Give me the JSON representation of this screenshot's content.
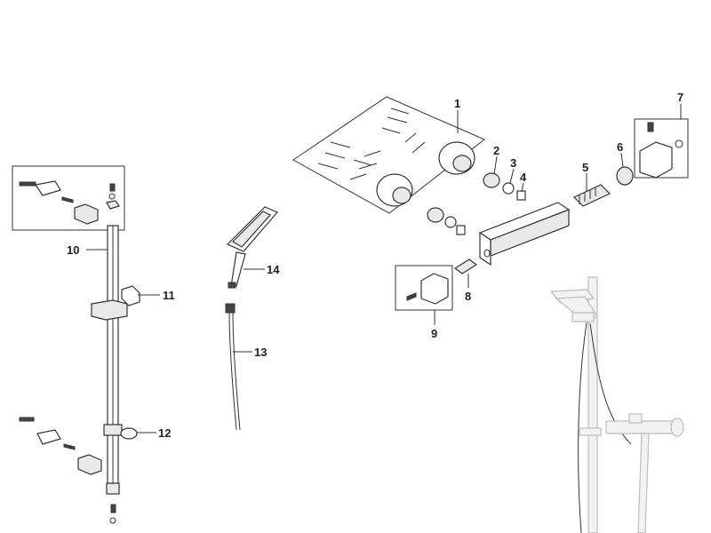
{
  "callouts": {
    "c1": "1",
    "c2": "2",
    "c3": "3",
    "c4": "4",
    "c5": "5",
    "c6": "6",
    "c7": "7",
    "c8": "8",
    "c9": "9",
    "c10": "10",
    "c11": "11",
    "c12": "12",
    "c13": "13",
    "c14": "14"
  },
  "colors": {
    "line": "#333333",
    "chrome": "#f2f2f2",
    "background": "#ffffff"
  }
}
